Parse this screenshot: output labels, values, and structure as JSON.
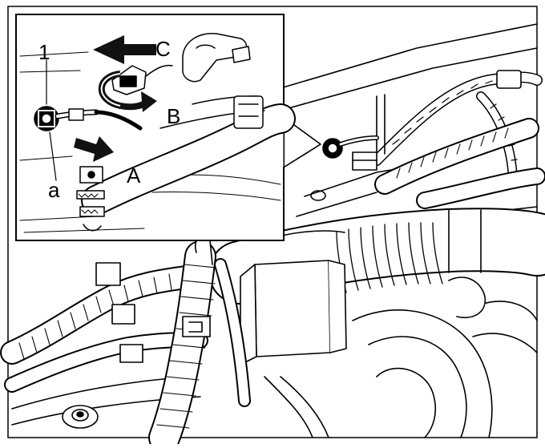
{
  "figure": {
    "callouts": {
      "number": "1",
      "a": "a",
      "A": "A",
      "B": "B",
      "C": "C"
    },
    "colors": {
      "line": "#000000",
      "fill": "#ffffff",
      "inset_border": "#000000",
      "arrow": "#111111"
    }
  }
}
